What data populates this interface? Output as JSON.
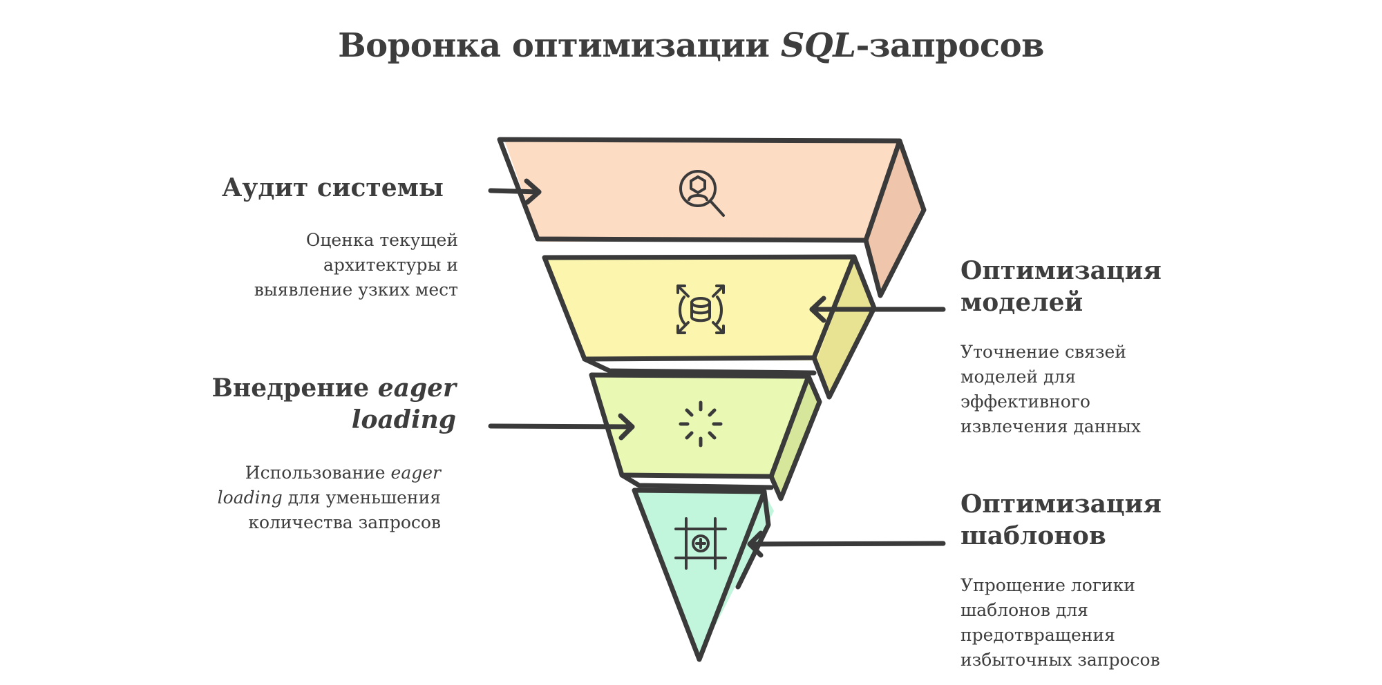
{
  "title": {
    "text_before": "Воронка оптимизации ",
    "text_italic": "SQL",
    "text_after": "-запросов"
  },
  "stages": [
    {
      "id": "audit",
      "heading": "Аудит системы",
      "description": "Оценка текущей архитектуры и выявление узких мест",
      "icon": "magnifier-cube-icon",
      "color": "#fddcc4"
    },
    {
      "id": "models",
      "heading": "Оптимизация моделей",
      "description": "Уточнение связей моделей для эффективного извлечения данных",
      "icon": "database-expand-icon",
      "color": "#fbf5ad"
    },
    {
      "id": "eager",
      "heading_before": "Внедрение ",
      "heading_italic_1": "eager",
      "heading_italic_2": "loading",
      "description_before": "Использование ",
      "description_italic_1": "eager",
      "description_italic_2": "loading",
      "description_after": " для уменьшения",
      "description_line3": "количества запросов",
      "icon": "loading-spinner-icon",
      "color": "#e9f9b4"
    },
    {
      "id": "templates",
      "heading": "Оптимизация шаблонов",
      "description": "Упрощение логики шаблонов для предотвращения избыточных запросов",
      "icon": "frame-plus-icon",
      "color": "#c2f6dc"
    }
  ]
}
